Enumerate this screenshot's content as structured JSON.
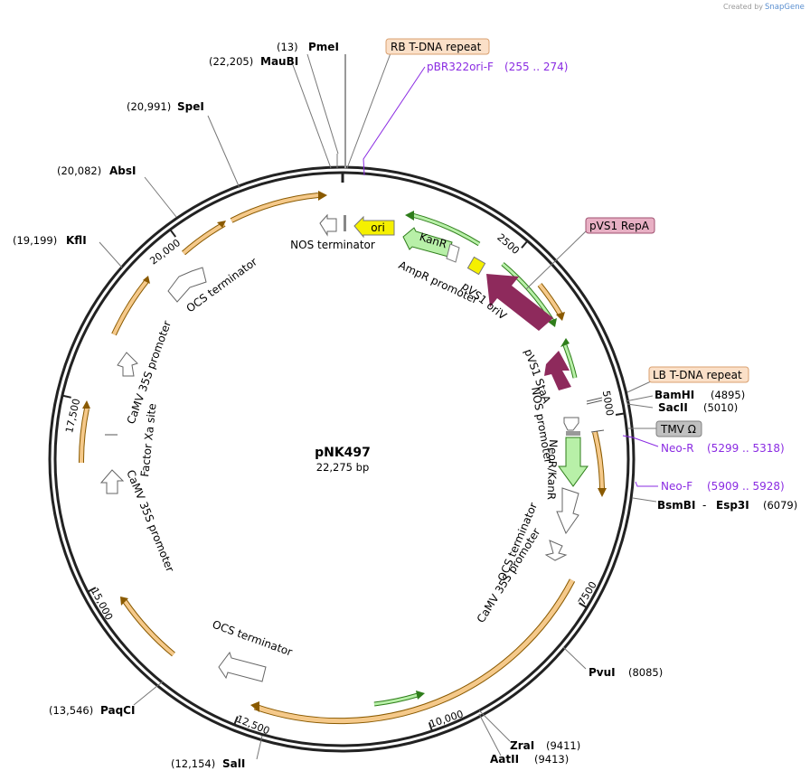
{
  "credit": {
    "prefix": "Created by",
    "brand": "SnapGene"
  },
  "plasmid": {
    "name": "pNK497",
    "size": "22,275 bp",
    "total_bp": 22275
  },
  "ticks": [
    {
      "bp": 2500,
      "label": "2500"
    },
    {
      "bp": 5000,
      "label": "5000"
    },
    {
      "bp": 7500,
      "label": "7500"
    },
    {
      "bp": 10000,
      "label": "10,000"
    },
    {
      "bp": 12500,
      "label": "12,500"
    },
    {
      "bp": 15000,
      "label": "15,000"
    },
    {
      "bp": 17500,
      "label": "17,500"
    },
    {
      "bp": 20000,
      "label": "20,000"
    }
  ],
  "sites": [
    {
      "name": "PmeI",
      "pos": "(13)",
      "bp": 13,
      "side": "left"
    },
    {
      "name": "MauBI",
      "pos": "(22,205)",
      "bp": 22205,
      "side": "left"
    },
    {
      "name": "SpeI",
      "pos": "(20,991)",
      "bp": 20991,
      "side": "left"
    },
    {
      "name": "AbsI",
      "pos": "(20,082)",
      "bp": 20082,
      "side": "left"
    },
    {
      "name": "KflI",
      "pos": "(19,199)",
      "bp": 19199,
      "side": "left"
    },
    {
      "name": "BamHI",
      "pos": "(4895)",
      "bp": 4895,
      "side": "right"
    },
    {
      "name": "SacII",
      "pos": "(5010)",
      "bp": 5010,
      "side": "right"
    },
    {
      "name": "BsmBI",
      "name2": "Esp3I",
      "pos": "(6079)",
      "bp": 6079,
      "side": "right"
    },
    {
      "name": "PvuI",
      "pos": "(8085)",
      "bp": 8085,
      "side": "right"
    },
    {
      "name": "ZraI",
      "pos": "(9411)",
      "bp": 9411,
      "side": "right"
    },
    {
      "name": "AatII",
      "pos": "(9413)",
      "bp": 9413,
      "side": "right"
    },
    {
      "name": "SalI",
      "pos": "(12,154)",
      "bp": 12154,
      "side": "left"
    },
    {
      "name": "PaqCI",
      "pos": "(13,546)",
      "bp": 13546,
      "side": "left"
    }
  ],
  "boxed_labels": [
    {
      "text": "RB T-DNA repeat",
      "fill": "#fbe0c8",
      "stroke": "#d9a070",
      "bp": 150
    },
    {
      "text": "pVS1 RepA",
      "fill": "#e8b0c4",
      "stroke": "#a05070",
      "bp": 3200
    },
    {
      "text": "LB T-DNA repeat",
      "fill": "#fbe0c8",
      "stroke": "#d9a070",
      "bp": 4880
    },
    {
      "text": "TMV Ω",
      "fill": "#c0c0c0",
      "stroke": "#808080",
      "bp": 5200
    }
  ],
  "primers": [
    {
      "name": "pBR322ori-F",
      "range": "(255 .. 274)",
      "bp": 265
    },
    {
      "name": "Neo-R",
      "range": "(5299 .. 5318)",
      "bp": 5308
    },
    {
      "name": "Neo-F",
      "range": "(5909 .. 5928)",
      "bp": 5918
    }
  ],
  "features": [
    {
      "name": "ori",
      "type": "yellow"
    },
    {
      "name": "KanR",
      "type": "green"
    },
    {
      "name": "NOS terminator",
      "type": "white"
    },
    {
      "name": "AmpR promoter",
      "type": "label"
    },
    {
      "name": "pVS1 oriV",
      "type": "label"
    },
    {
      "name": "pVS1 StaA",
      "type": "label"
    },
    {
      "name": "NOS promoter",
      "type": "label"
    },
    {
      "name": "NeoR/KanR",
      "type": "label"
    },
    {
      "name": "OCS terminator",
      "type": "label"
    },
    {
      "name": "CaMV 35S promoter",
      "type": "label"
    },
    {
      "name": "OCS terminator",
      "type": "label"
    },
    {
      "name": "OCS terminator",
      "type": "label"
    },
    {
      "name": "CaMV 35S promoter",
      "type": "label"
    },
    {
      "name": "Factor Xa site",
      "type": "label"
    },
    {
      "name": "CaMV 35S promoter",
      "type": "label"
    }
  ],
  "colors": {
    "orf_fill": "#f5c98a",
    "orf_line": "#8a5a00",
    "green_fill": "#b8f0a8",
    "green_line": "#2e7d1a",
    "repa": "#8e2a5c",
    "ori": "#f5f000",
    "primer": "#8a2be2"
  }
}
